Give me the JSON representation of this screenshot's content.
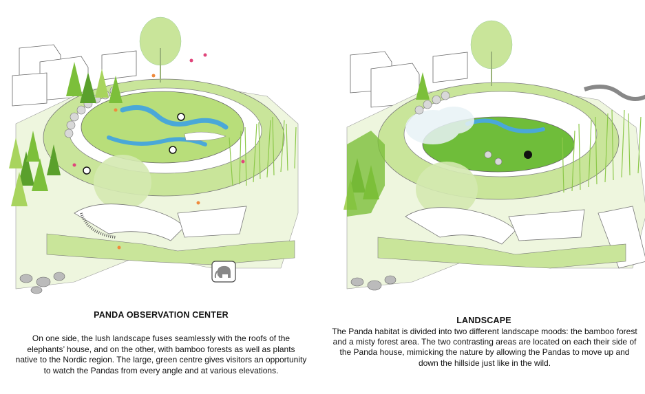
{
  "panels": [
    {
      "title": "PANDA OBSERVATION CENTER",
      "description": "On one side, the lush landscape fuses seamlessly with the roofs of the elephants’ house, and on the other, with bamboo forests as well as plants native to the Nordic region. The large, green centre gives visitors an opportunity to watch the Pandas from every angle and at various elevations."
    },
    {
      "title": "LANDSCAPE",
      "description": "The Panda habitat is divided into two different landscape moods: the bamboo forest and a misty forest area. The two contrasting areas are located on each their side of the Panda house, mimicking the nature by allowing the Pandas to move up and down the hillside just like in the wild."
    }
  ],
  "icons": {
    "elephant": "elephant-icon",
    "panda": "panda-icon"
  },
  "colors": {
    "light_green": "#c9e59a",
    "mid_green": "#a8d45e",
    "dark_green": "#5aa02c",
    "water_blue": "#4aa8d8",
    "outline_gray": "#555555"
  }
}
